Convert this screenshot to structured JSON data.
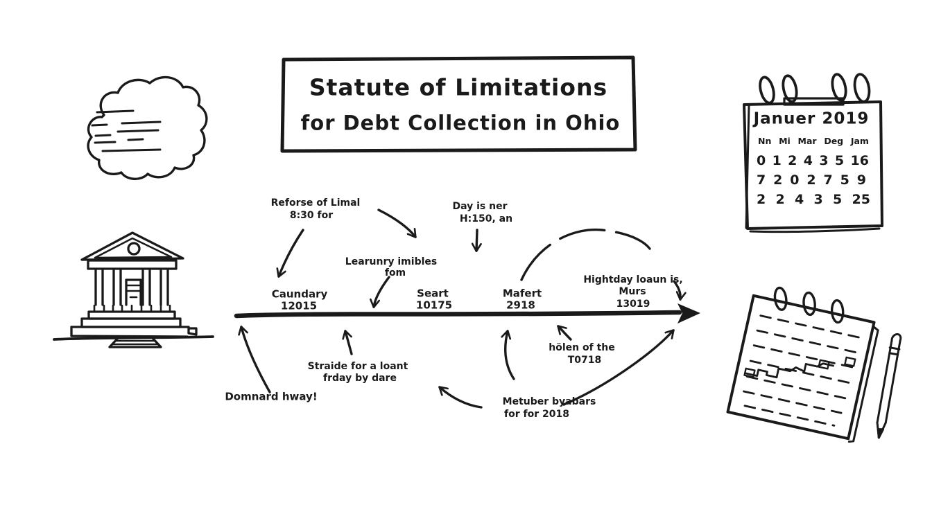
{
  "colors": {
    "ink": "#1a1a1a",
    "background": "#ffffff"
  },
  "title": {
    "line1": "Statute of Limitations",
    "line2": "for Debt Collection in Ohio"
  },
  "calendar": {
    "title": "Januer 2019",
    "weekdays": [
      "Nn",
      "Mi",
      "Mar",
      "Deg",
      "Jam"
    ],
    "rows": [
      [
        "0",
        "1",
        "2",
        "4",
        "3",
        "5",
        "16"
      ],
      [
        "7",
        "2",
        "0",
        "2",
        "7",
        "5",
        "9"
      ],
      [
        "2",
        "2",
        "4",
        "3",
        "5",
        "25"
      ]
    ]
  },
  "timeline": {
    "events": [
      {
        "label": "Caundary",
        "value": "12015"
      },
      {
        "label": "Seart",
        "value": "10175"
      },
      {
        "label": "Mafert",
        "value": "2918"
      },
      {
        "label": "Hightday loaun is,",
        "sublabel": "Murs",
        "value": "13019"
      }
    ],
    "notes_above": [
      {
        "line1": "Reforse of Limal",
        "line2": "8:30 for"
      },
      {
        "line1": "Day is ner",
        "line2": "H:150, an"
      },
      {
        "line1": "Learunry imibles",
        "line2": "fom"
      }
    ],
    "notes_below": [
      {
        "line1": "Domnard hway!"
      },
      {
        "line1": "Straide for a loant",
        "line2": "frday by dare"
      },
      {
        "line1": "hölen of the",
        "line2": "T0718"
      },
      {
        "line1": "Metuber byabars",
        "line2": "for for 2018"
      }
    ]
  }
}
